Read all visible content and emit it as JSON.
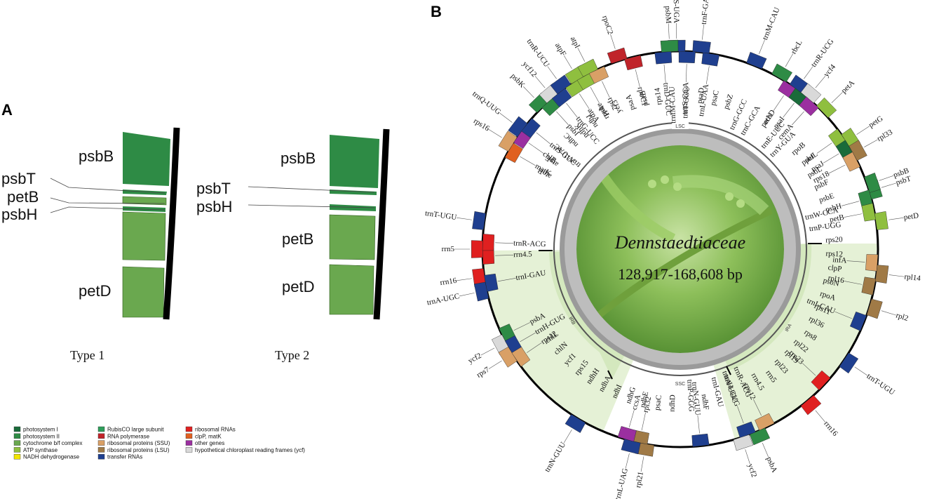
{
  "panel_a": {
    "letter": "A",
    "type1": {
      "caption": "Type 1",
      "labels": {
        "psbB": "psbB",
        "psbT": "psbT",
        "petB": "petB",
        "psbH": "psbH",
        "petD": "petD"
      }
    },
    "type2": {
      "caption": "Type 2",
      "labels": {
        "psbB": "psbB",
        "psbT": "psbT",
        "psbH": "psbH",
        "petB": "petB",
        "petD": "petD"
      }
    }
  },
  "panel_b": {
    "letter": "B",
    "center_title": "Dennstaedtiaceae",
    "center_size": "128,917-168,608 bp",
    "region_labels": {
      "lsc": "LSC",
      "ssc": "SSC",
      "ira": "IRA",
      "irb": "IRB"
    },
    "genes_outer": [
      {
        "label": "trnM-CAU",
        "angle": -22,
        "color": "#1f3f8f"
      },
      {
        "label": "trnL-UAA",
        "angle": -9,
        "color": "#1f3f8f"
      },
      {
        "label": "trnF-GAA",
        "angle": -6,
        "color": "#1f3f8f"
      },
      {
        "label": "trnS-GGA",
        "angle": -2,
        "color": "#1f3f8f"
      },
      {
        "label": "rbcL",
        "angle": -30,
        "color": "#2e8b45"
      },
      {
        "label": "accD",
        "angle": -34,
        "color": "#9b2fa0"
      },
      {
        "label": "trnR-UCG",
        "angle": -36,
        "color": "#1f3f8f"
      },
      {
        "label": "psaI",
        "angle": -38,
        "color": "#1a6b3a"
      },
      {
        "label": "ycf4",
        "angle": -40,
        "color": "#d9d9d9"
      },
      {
        "label": "cemA",
        "angle": -42,
        "color": "#9b2fa0"
      },
      {
        "label": "petA",
        "angle": -46,
        "color": "#8fbf3f"
      },
      {
        "label": "petL",
        "angle": -55,
        "color": "#8fbf3f"
      },
      {
        "label": "petG",
        "angle": -57,
        "color": "#8fbf3f"
      },
      {
        "label": "psaJ",
        "angle": -59,
        "color": "#1a6b3a"
      },
      {
        "label": "rpl33",
        "angle": -61,
        "color": "#a07a46"
      },
      {
        "label": "rps18",
        "angle": -63,
        "color": "#d9a066"
      },
      {
        "label": "psbT",
        "angle": -73,
        "color": "#2e8b45"
      },
      {
        "label": "psbH",
        "angle": -75,
        "color": "#2e8b45"
      },
      {
        "label": "psbB",
        "angle": -71,
        "color": "#2e8b45"
      },
      {
        "label": "petB",
        "angle": -79,
        "color": "#8fbf3f"
      },
      {
        "label": "petD",
        "angle": -82,
        "color": "#8fbf3f"
      },
      {
        "label": "infA",
        "angle": -94,
        "color": "#d9a066"
      },
      {
        "label": "rpl14",
        "angle": -97,
        "color": "#a07a46"
      },
      {
        "label": "rpl16",
        "angle": -101,
        "color": "#a07a46"
      },
      {
        "label": "rpl2",
        "angle": -107,
        "color": "#a07a46"
      },
      {
        "label": "trnI-CAU",
        "angle": -112,
        "color": "#1f3f8f"
      },
      {
        "label": "trnT-UGU",
        "angle": -124,
        "color": "#1f3f8f"
      },
      {
        "label": "rrn23",
        "angle": -133,
        "color": "#e02020"
      },
      {
        "label": "rrn16",
        "angle": -140,
        "color": "#e02020"
      },
      {
        "label": "rps12",
        "angle": -154,
        "color": "#d9a066"
      },
      {
        "label": "psbA",
        "angle": -157,
        "color": "#2e8b45"
      },
      {
        "label": "trnH-GUG",
        "angle": -160,
        "color": "#1f3f8f"
      },
      {
        "label": "ycf2",
        "angle": -162,
        "color": "#d9d9d9"
      },
      {
        "label": "trnN-GUU",
        "angle": -174,
        "color": "#1f3f8f"
      },
      {
        "label": "rpl21",
        "angle": -190,
        "color": "#a07a46"
      },
      {
        "label": "rpl32",
        "angle": -192,
        "color": "#a07a46"
      },
      {
        "label": "trnL-UAG",
        "angle": -194,
        "color": "#1f3f8f"
      },
      {
        "label": "ccsA",
        "angle": -196,
        "color": "#9b2fa0"
      },
      {
        "label": "trnN-GUU",
        "angle": -211,
        "color": "#1f3f8f"
      },
      {
        "label": "psbA",
        "angle": -244,
        "color": "#2e8b45"
      },
      {
        "label": "ycf2",
        "angle": -242,
        "color": "#d9d9d9"
      },
      {
        "label": "trnH-GUG",
        "angle": -240,
        "color": "#1f3f8f"
      },
      {
        "label": "rps7",
        "angle": -238,
        "color": "#d9a066"
      },
      {
        "label": "rps12",
        "angle": -236,
        "color": "#d9a066"
      },
      {
        "label": "rrn16",
        "angle": -262,
        "color": "#e02020"
      },
      {
        "label": "trnI-GAU",
        "angle": -260,
        "color": "#1f3f8f"
      },
      {
        "label": "trnA-UGC",
        "angle": -258,
        "color": "#1f3f8f"
      },
      {
        "label": "rrn4.5",
        "angle": -268,
        "color": "#e02020"
      },
      {
        "label": "rrn5",
        "angle": -270,
        "color": "#e02020"
      },
      {
        "label": "trnR-ACG",
        "angle": -272,
        "color": "#e02020"
      },
      {
        "label": "trnT-UGU",
        "angle": -278,
        "color": "#1f3f8f"
      },
      {
        "label": "matK",
        "angle": -300,
        "color": "#e06020"
      },
      {
        "label": "rps16",
        "angle": -302,
        "color": "#d9a066"
      },
      {
        "label": "chlB",
        "angle": -305,
        "color": "#9b2fa0"
      },
      {
        "label": "trnQ-UUG",
        "angle": -307,
        "color": "#1f3f8f"
      },
      {
        "label": "trnS-GUC",
        "angle": -309,
        "color": "#1f3f8f"
      },
      {
        "label": "psbK",
        "angle": -316,
        "color": "#2e8b45"
      },
      {
        "label": "psbI",
        "angle": -318,
        "color": "#2e8b45"
      },
      {
        "label": "ycf12",
        "angle": -320,
        "color": "#d9d9d9"
      },
      {
        "label": "trnG-UCC",
        "angle": -322,
        "color": "#1f3f8f"
      },
      {
        "label": "trnR-UCU",
        "angle": -324,
        "color": "#1f3f8f"
      },
      {
        "label": "atpA",
        "angle": -327,
        "color": "#8fbf3f"
      },
      {
        "label": "atpF",
        "angle": -329,
        "color": "#8fbf3f"
      },
      {
        "label": "atpH",
        "angle": -331,
        "color": "#8fbf3f"
      },
      {
        "label": "atpI",
        "angle": -333,
        "color": "#8fbf3f"
      },
      {
        "label": "rps2",
        "angle": -335,
        "color": "#d9a066"
      },
      {
        "label": "rpoC2",
        "angle": -342,
        "color": "#c0242a"
      },
      {
        "label": "rpoC1",
        "angle": -346,
        "color": "#c0242a"
      },
      {
        "label": "trnS-UGA",
        "angle": -359,
        "color": "#1f3f8f"
      },
      {
        "label": "trnD-GUC",
        "angle": -355,
        "color": "#1f3f8f"
      },
      {
        "label": "psbM",
        "angle": -357,
        "color": "#2e8b45"
      }
    ],
    "genes_inner": [
      "atpB",
      "atpE",
      "trnV-UAC",
      "ndhC",
      "ndhK",
      "ndhJ",
      "rps4",
      "ycf3",
      "psaA",
      "psaB",
      "rps14",
      "trnfM-CAU",
      "trnT-GGU",
      "psaD",
      "psaC",
      "psbZ",
      "trnG-GCC",
      "trnC-GCA",
      "petN",
      "trnE-UUC",
      "trnY-GUA",
      "rpoB",
      "psbJ",
      "psbL",
      "psbF",
      "psbE",
      "trnW-CCA",
      "trnP-UGG",
      "rps20",
      "rps12",
      "clpP",
      "psbN",
      "rpoA",
      "rps11",
      "rpl36",
      "rps8",
      "rpl22",
      "rpl19",
      "rpl23",
      "rrn5",
      "rrn4.5",
      "trnR-ACG",
      "trnA-UGC",
      "trnI-GAU",
      "ndhF",
      "trnP-GGG",
      "ndhD",
      "psaC",
      "ndhE",
      "ndhG",
      "ndhI",
      "ndhA",
      "ndhH",
      "rps15",
      "ycf1",
      "chlN",
      "chlL"
    ],
    "legend": [
      {
        "label": "photosystem I",
        "color": "#1a6b3a"
      },
      {
        "label": "photosystem II",
        "color": "#2e8b45"
      },
      {
        "label": "cytochrome b/f complex",
        "color": "#6aa84f"
      },
      {
        "label": "ATP synthase",
        "color": "#8fbf3f"
      },
      {
        "label": "NADH dehydrogenase",
        "color": "#f2e600"
      },
      {
        "label": "RubisCO large subunit",
        "color": "#2e9e5b"
      },
      {
        "label": "RNA polymerase",
        "color": "#c0242a"
      },
      {
        "label": "ribosomal proteins (SSU)",
        "color": "#d9a066"
      },
      {
        "label": "ribosomal proteins (LSU)",
        "color": "#a07a46"
      },
      {
        "label": "transfer RNAs",
        "color": "#1f3f8f"
      },
      {
        "label": "ribosomal RNAs",
        "color": "#e02020"
      },
      {
        "label": "clpP, matK",
        "color": "#e06020"
      },
      {
        "label": "other genes",
        "color": "#9b2fa0"
      },
      {
        "label": "hypothetical chloroplast reading frames (ycf)",
        "color": "#d9d9d9"
      }
    ]
  }
}
